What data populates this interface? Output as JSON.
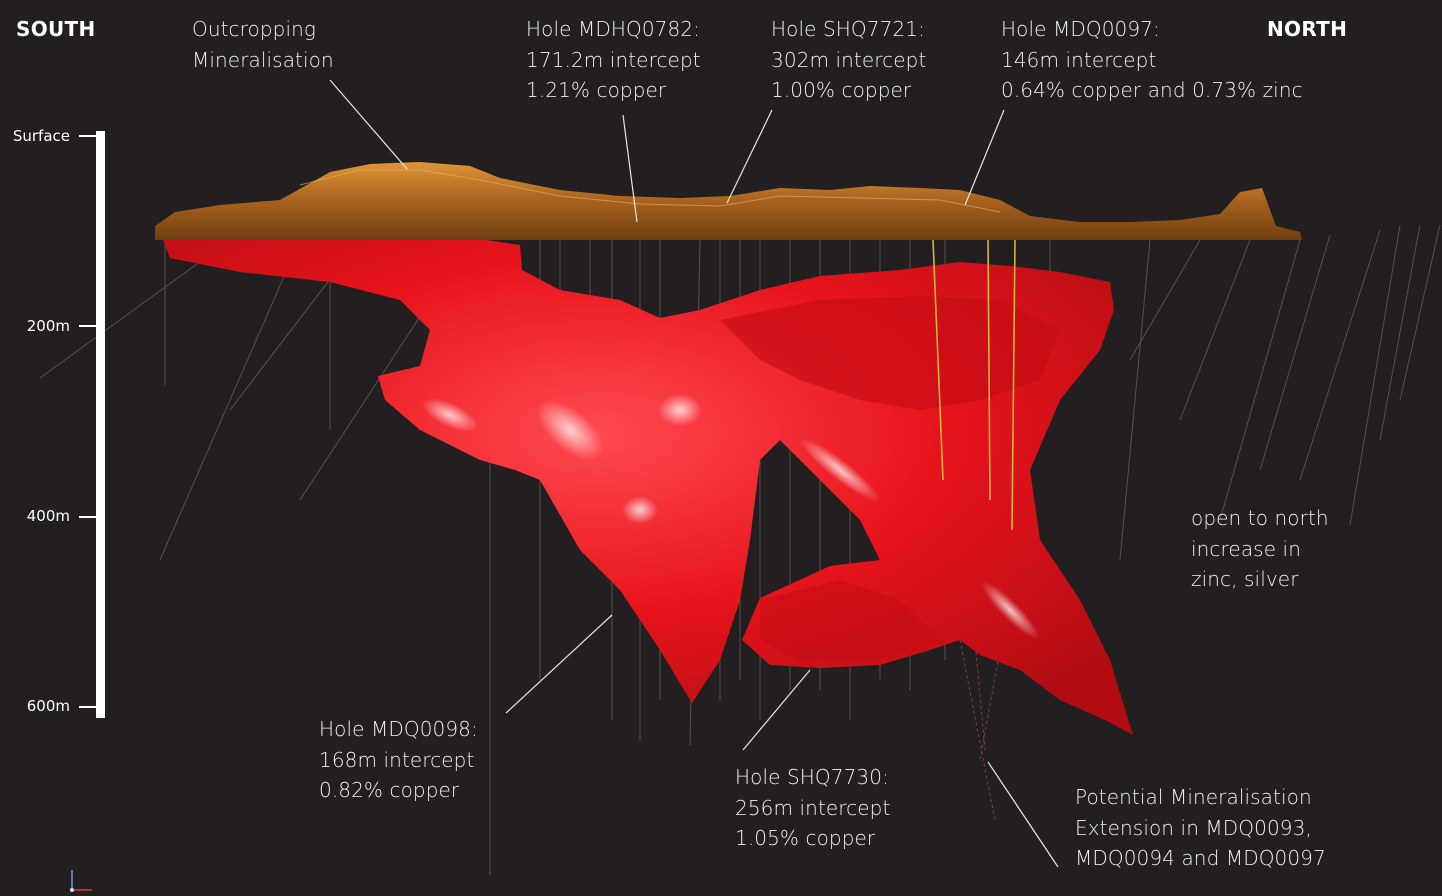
{
  "directions": {
    "south": "SOUTH",
    "north": "NORTH"
  },
  "depth_scale": {
    "surface": "Surface",
    "d200": "200m",
    "d400": "400m",
    "d600": "600m"
  },
  "annotations": {
    "outcropping": "Outcropping\nMineralisation",
    "mdhq0782": "Hole MDHQ0782:\n171.2m intercept\n1.21% copper",
    "shq7721": "Hole SHQ7721:\n302m intercept\n1.00% copper",
    "mdq0097": "Hole MDQ0097:\n146m intercept\n0.64% copper and 0.73% zinc",
    "open_north": "open to north\nincrease in\nzinc, silver",
    "mdq0098": "Hole MDQ0098:\n168m intercept\n0.82% copper",
    "shq7730": "Hole SHQ7730:\n256m intercept\n1.05% copper",
    "potential": "Potential Mineralisation\nExtension in MDQ0093,\nMDQ0094 and MDQ0097"
  },
  "colors": {
    "background": "#231f20",
    "orebody": "#e8141c",
    "terrain": "#b06a22",
    "drillhole": "#8a8a8a",
    "highlight_hole": "#d8b43a"
  }
}
